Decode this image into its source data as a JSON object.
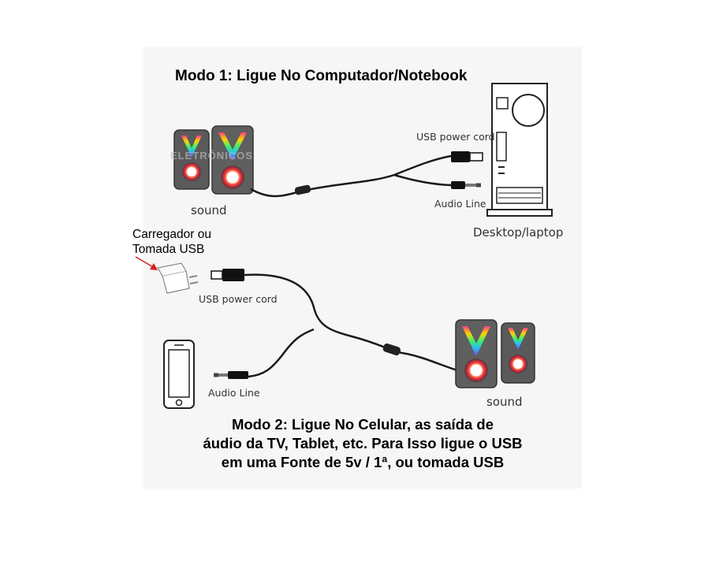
{
  "mode1": {
    "title": "Modo 1: Ligue No Computador/Notebook",
    "usb_label": "USB power cord",
    "audio_label": "Audio Line",
    "speaker_label": "sound",
    "computer_label": "Desktop/laptop"
  },
  "mode2": {
    "title_line1": "Modo 2: Ligue No Celular, as saída de",
    "title_line2": "áudio da TV, Tablet, etc. Para Isso ligue o USB",
    "title_line3": "em uma Fonte de 5v / 1ª, ou tomada USB",
    "charger_label": "Carregador ou Tomada USB",
    "usb_label": "USB power cord",
    "audio_label": "Audio Line",
    "speaker_label": "sound"
  },
  "watermark": "ELETRÔNICOS",
  "colors": {
    "accent_red": "#d42020",
    "cable": "#1a1a1a",
    "speaker_body": "#555555"
  }
}
